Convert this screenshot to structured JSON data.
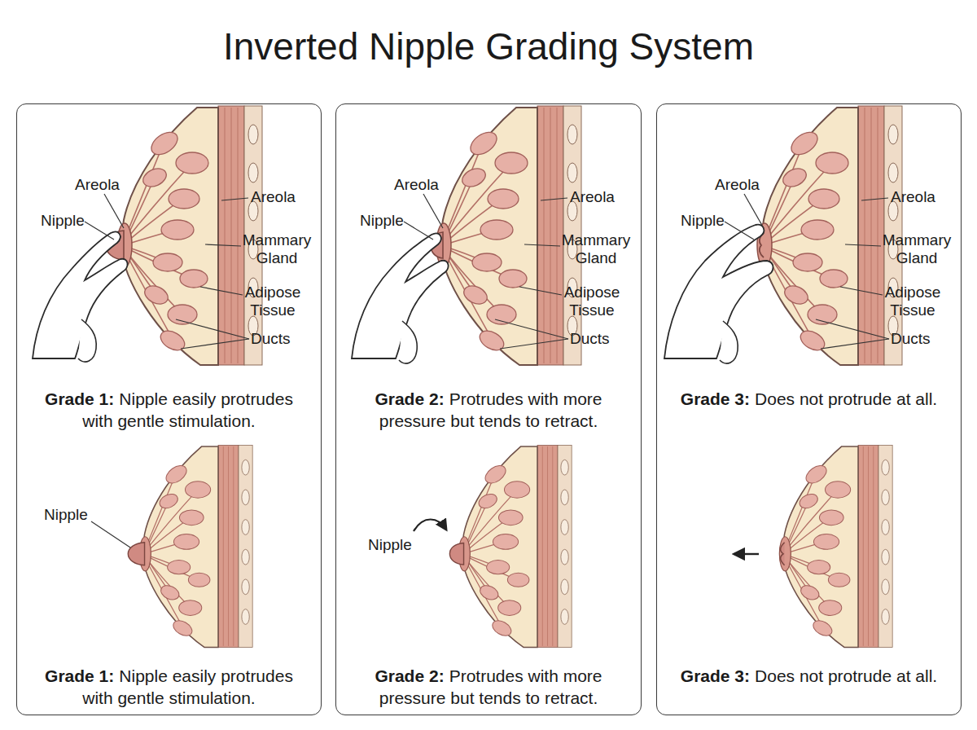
{
  "diagram": {
    "title": "Inverted Nipple Grading System",
    "nodes": [
      {
        "text": [
          "Grade 1:",
          "Nipple easily protrudes with gentle stimulation.",
          "Grade 1:",
          "Nipple easily protrudes with gentle stimulation."
        ]
      },
      {
        "text": [
          "Grade 2:",
          "Protrudes with more pressure but tends to retract.",
          "Grade 2:",
          "Protrudes with more pressure but tends to retract."
        ]
      },
      {
        "text": [
          "Grade 3:",
          "Does not protrude at all.",
          "Grade 3:",
          "Does not protrude at all."
        ]
      }
    ],
    "labels": [
      "Areola",
      "Nipple",
      "Areola",
      "Mammary Gland",
      "Adipose Tissue",
      "Ducts",
      "Nipple",
      "Areola",
      "Nipple",
      "Areola",
      "Mammary Gland",
      "Adipose Tissue",
      "Ducts",
      "Nipple",
      "Areola",
      "Nipple",
      "Areola",
      "Mammary Gland",
      "Adipose Tissue",
      "Ducts"
    ]
  }
}
